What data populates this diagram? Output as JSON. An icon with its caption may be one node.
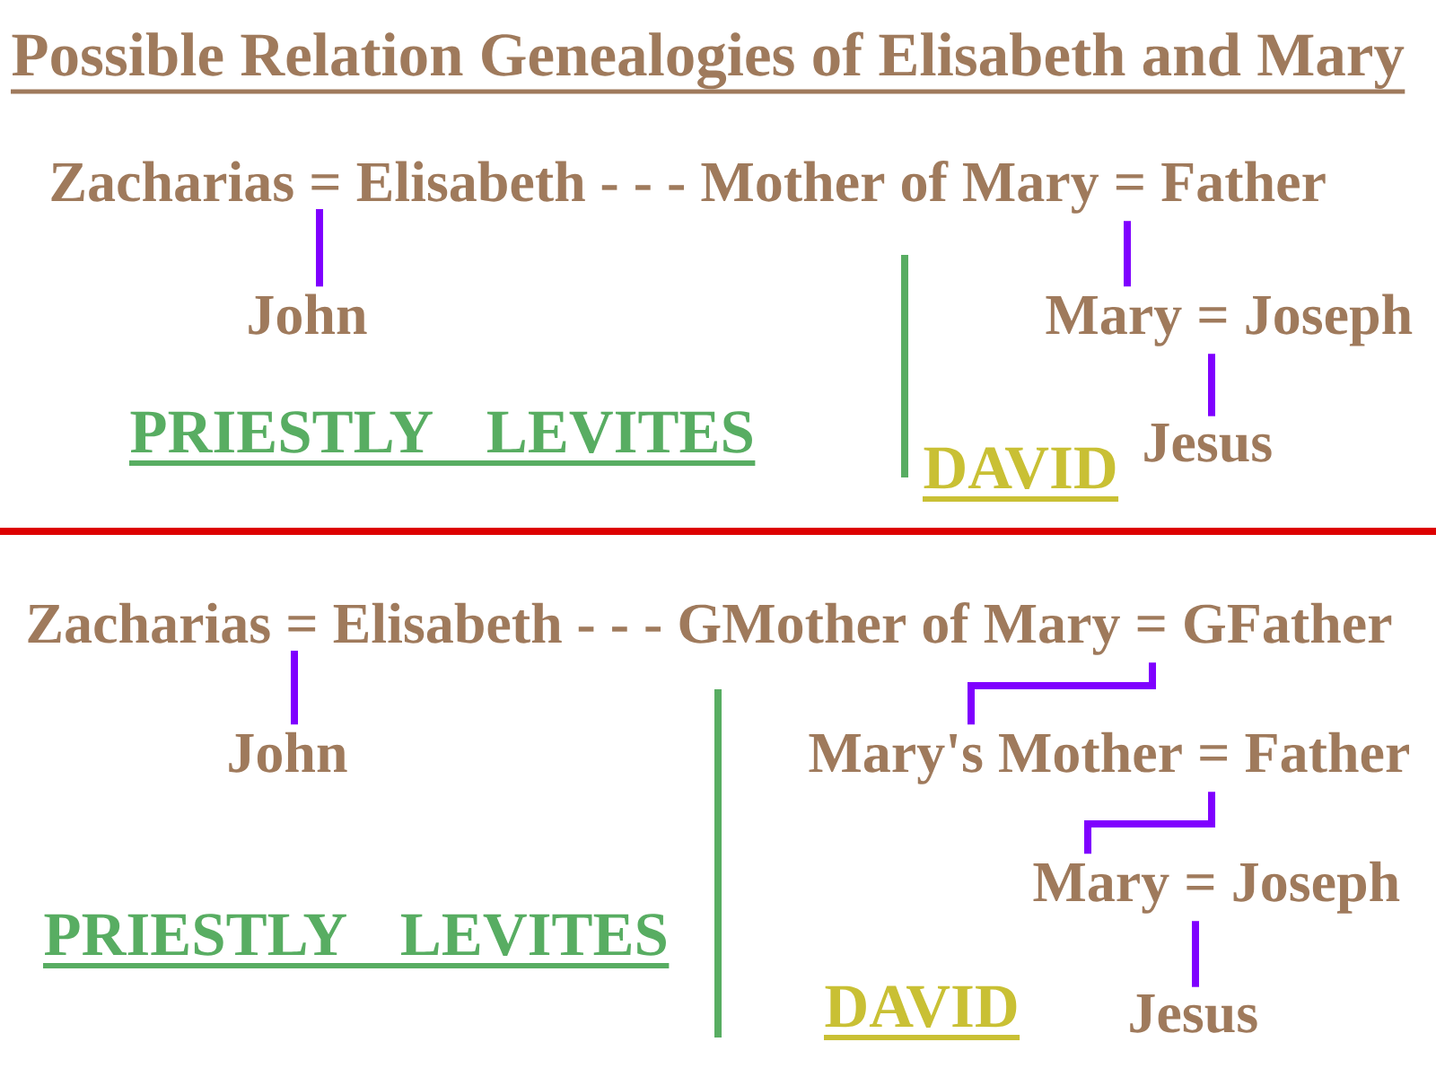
{
  "diagram": {
    "title": "Possible Relation Genealogies of Elisabeth and Mary",
    "nodes": [
      {
        "text": [
          "Zacharias = Elisabeth"
        ]
      },
      {
        "text": [
          "Mother of Mary = Father"
        ]
      },
      {
        "text": [
          "John"
        ]
      },
      {
        "text": [
          "Mary = Joseph"
        ]
      },
      {
        "text": [
          "Jesus"
        ]
      },
      {
        "text": [
          "Zacharias = Elisabeth"
        ]
      },
      {
        "text": [
          "GMother of Mary = GFather"
        ]
      },
      {
        "text": [
          "John"
        ]
      },
      {
        "text": [
          "Mary's Mother = Father"
        ]
      },
      {
        "text": [
          "Mary = Joseph"
        ]
      },
      {
        "text": [
          "Jesus"
        ]
      }
    ],
    "edges": [
      {
        "from": 0,
        "to": 2,
        "arrow": "none"
      },
      {
        "from": 1,
        "to": 3,
        "arrow": "none"
      },
      {
        "from": 3,
        "to": 4,
        "arrow": "none"
      },
      {
        "from": 5,
        "to": 7,
        "arrow": "none"
      },
      {
        "from": 6,
        "to": 8,
        "arrow": "none"
      },
      {
        "from": 8,
        "to": 9,
        "arrow": "none"
      },
      {
        "from": 9,
        "to": 10,
        "arrow": "none"
      }
    ],
    "labels": [
      "- - -",
      "PRIESTLY LEVITES",
      "DAVID",
      "- - -",
      "PRIESTLY LEVITES",
      "DAVID"
    ]
  }
}
